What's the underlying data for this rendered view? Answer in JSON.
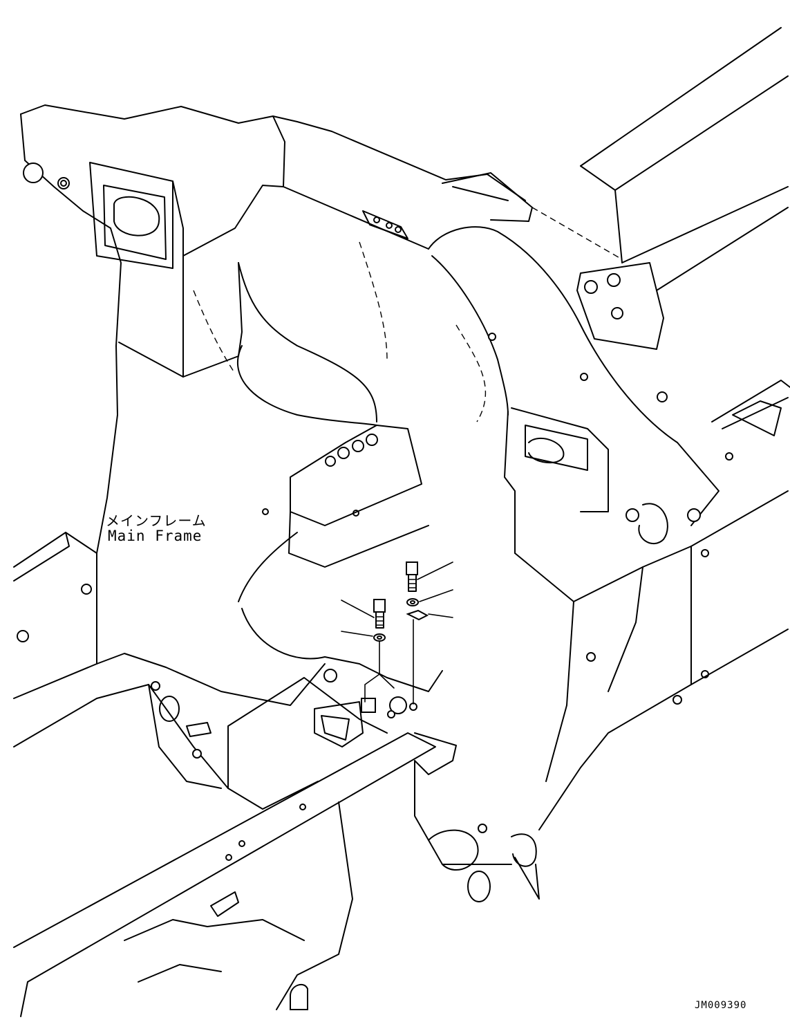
{
  "labels": {
    "part_name_jp": "メインフレーム",
    "part_name_en": "Main Frame",
    "drawing_number": "JM009390"
  },
  "callouts": [
    "bolt-left",
    "washer-left",
    "bolt-right",
    "washer-right",
    "clip-right"
  ]
}
